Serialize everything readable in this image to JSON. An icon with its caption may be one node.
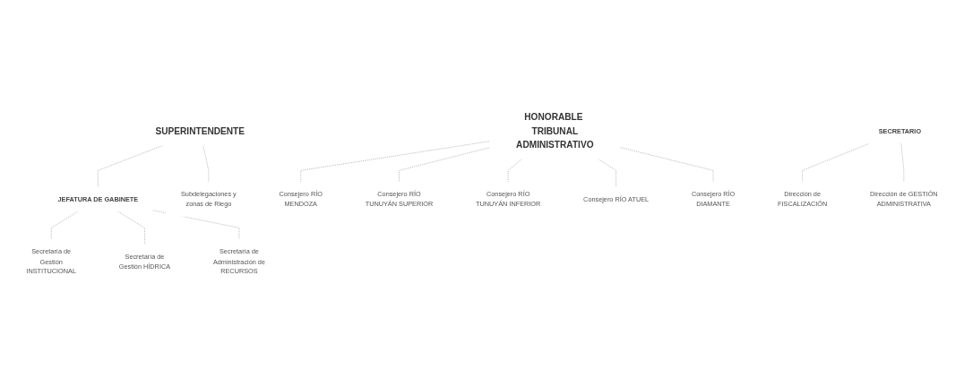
{
  "diagram": {
    "nodes": [
      {
        "text": [
          "SUPERINTENDENTE"
        ]
      },
      {
        "text": [
          "JEFATURA DE GABINETE"
        ]
      },
      {
        "text": [
          "Secretaría de Gestión INSTITUCIONAL"
        ]
      },
      {
        "text": [
          "Secretaría de Gestión HÍDRICA"
        ]
      },
      {
        "text": [
          "Secretaría de Administración de RECURSOS"
        ]
      },
      {
        "text": [
          "Subdelegaciones y zonas de Riego"
        ]
      },
      {
        "text": [
          "HONORABLE TRIBUNAL ADMINISTRATIVO"
        ]
      },
      {
        "text": [
          "Consejero RÍO MENDOZA"
        ]
      },
      {
        "text": [
          "Consejero RÍO TUNUYÁN SUPERIOR"
        ]
      },
      {
        "text": [
          "Consejero RÍO TUNUYÁN INFERIOR"
        ]
      },
      {
        "text": [
          "Consejero RÍO ATUEL"
        ]
      },
      {
        "text": [
          "Consejero RÍO DIAMANTE"
        ]
      },
      {
        "text": [
          "SECRETARIO"
        ]
      },
      {
        "text": [
          "Dirección de FISCALIZACIÓN"
        ]
      },
      {
        "text": [
          "Dirección de GESTIÓN ADMINISTRATIVA"
        ]
      }
    ],
    "edges": [
      {
        "from": 0,
        "to": 1,
        "arrow": "none",
        "style": "dashed"
      },
      {
        "from": 0,
        "to": 5,
        "arrow": "none",
        "style": "dashed"
      },
      {
        "from": 1,
        "to": 2,
        "arrow": "none",
        "style": "dashed"
      },
      {
        "from": 1,
        "to": 3,
        "arrow": "none",
        "style": "dashed"
      },
      {
        "from": 1,
        "to": 4,
        "arrow": "none",
        "style": "dashed"
      },
      {
        "from": 6,
        "to": 7,
        "arrow": "none",
        "style": "dashed"
      },
      {
        "from": 6,
        "to": 8,
        "arrow": "none",
        "style": "dashed"
      },
      {
        "from": 6,
        "to": 9,
        "arrow": "none",
        "style": "dashed"
      },
      {
        "from": 6,
        "to": 10,
        "arrow": "none",
        "style": "dashed"
      },
      {
        "from": 6,
        "to": 11,
        "arrow": "none",
        "style": "dashed"
      },
      {
        "from": 12,
        "to": 13,
        "arrow": "none",
        "style": "dashed"
      },
      {
        "from": 12,
        "to": 14,
        "arrow": "none",
        "style": "dashed"
      }
    ]
  }
}
